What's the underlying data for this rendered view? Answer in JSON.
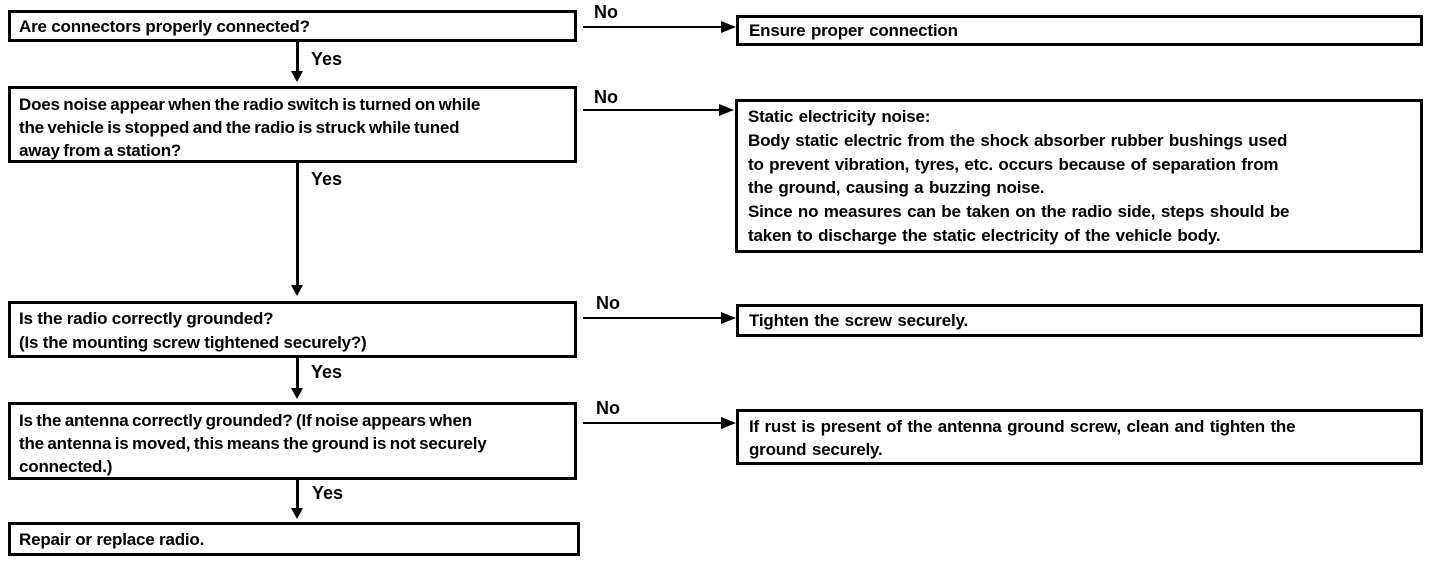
{
  "colors": {
    "ink": "#000000",
    "background": "#ffffff"
  },
  "labels": {
    "yes": "Yes",
    "no": "No"
  },
  "flowchart": {
    "type": "troubleshooting-flowchart",
    "questions": [
      "Are connectors properly connected?",
      "Does noise appear when the radio switch is turned on while\nthe vehicle is stopped and the radio is struck while tuned\naway from a station?",
      "Is the radio correctly grounded?\n(Is the mounting screw tightened securely?)",
      "Is the antenna correctly grounded? (If noise appears when\nthe antenna is moved, this means the ground is not securely\nconnected.)",
      "Repair or replace radio."
    ],
    "answers": [
      "Ensure proper connection",
      "Static electricity noise:\nBody static electric from the shock absorber rubber bushings used\nto prevent vibration, tyres, etc. occurs because of separation from\nthe ground, causing a buzzing noise.\nSince no measures can be taken on the radio side, steps should be\ntaken to discharge the static electricity of the vehicle body.",
      "Tighten the screw securely.",
      "If rust is present of the antenna ground screw, clean and tighten the\nground securely."
    ]
  }
}
